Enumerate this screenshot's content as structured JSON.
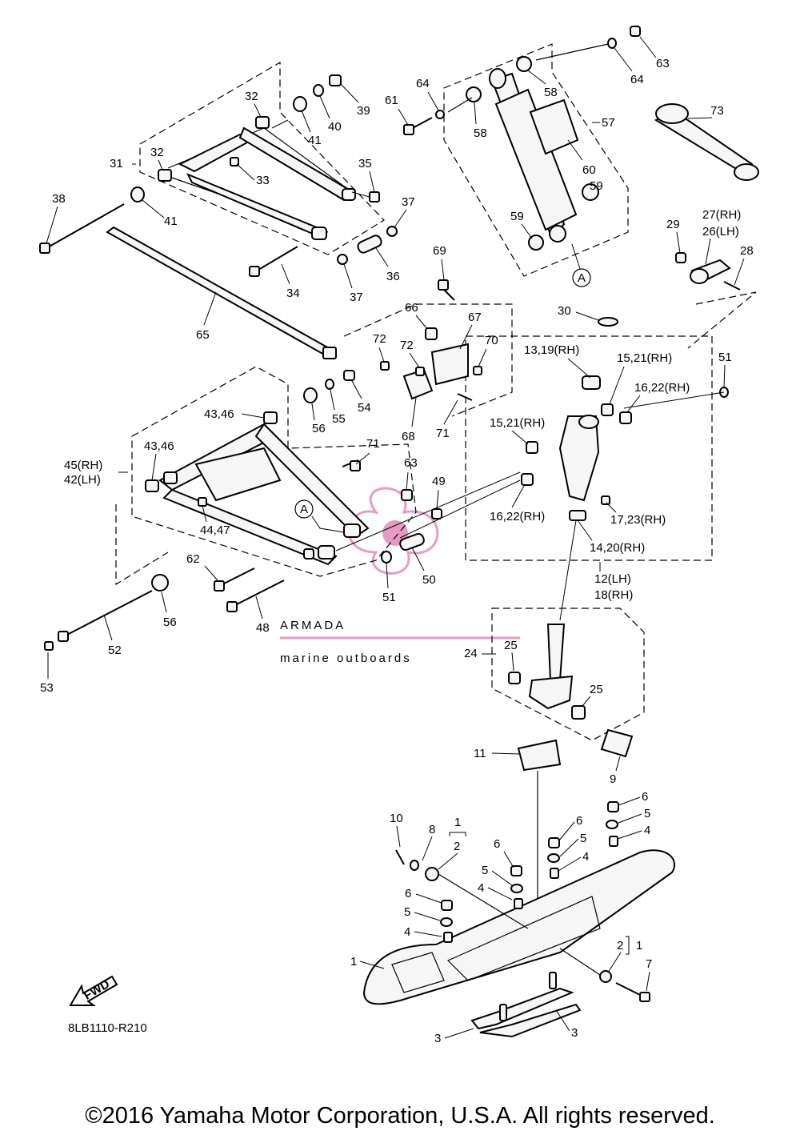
{
  "diagram_code": "8LB1110-R210",
  "copyright": "©2016 Yamaha Motor Corporation, U.S.A. All rights reserved.",
  "watermark": {
    "name": "ARMADA",
    "subtitle": "marine outboards",
    "accent_color": "#e79bc4"
  },
  "fwd_label": "FWD",
  "view_marker": "A",
  "callouts": [
    "1",
    "2",
    "3",
    "4",
    "5",
    "6",
    "7",
    "8",
    "9",
    "10",
    "11",
    "12(LH)",
    "18(RH)",
    "13,19(RH)",
    "14,20(RH)",
    "15,21(RH)",
    "16,22(RH)",
    "17,23(RH)",
    "24",
    "25",
    "26(LH)",
    "27(RH)",
    "28",
    "29",
    "30",
    "31",
    "32",
    "33",
    "34",
    "35",
    "36",
    "37",
    "38",
    "39",
    "40",
    "41",
    "42(LH)",
    "45(RH)",
    "43,46",
    "44,47",
    "48",
    "49",
    "50",
    "51",
    "52",
    "53",
    "54",
    "55",
    "56",
    "57",
    "58",
    "59",
    "60",
    "61",
    "62",
    "63",
    "64",
    "65",
    "66",
    "67",
    "68",
    "69",
    "70",
    "71",
    "72",
    "73"
  ]
}
